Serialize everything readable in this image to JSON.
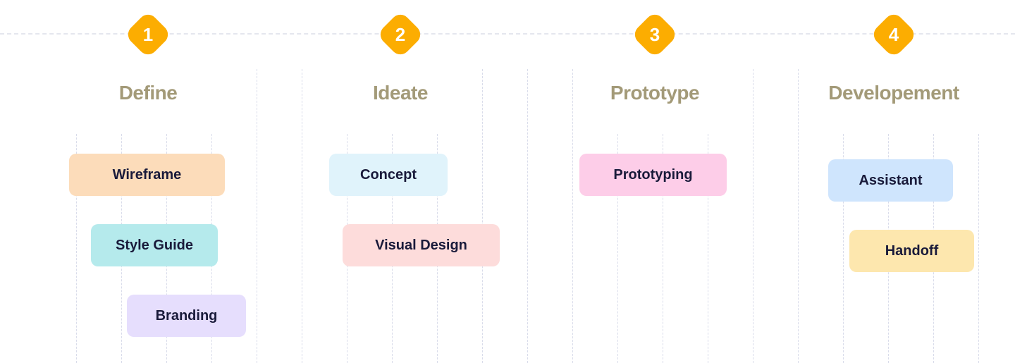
{
  "colors": {
    "badge": "#fcad01",
    "title": "#a39a78",
    "chip_text": "#191a3a",
    "grid": "#d9dcea"
  },
  "stages": [
    {
      "number": "1",
      "title": "Define",
      "chips": [
        {
          "label": "Wireframe",
          "color": "#fcdcba"
        },
        {
          "label": "Style Guide",
          "color": "#b5eaec"
        },
        {
          "label": "Branding",
          "color": "#e6defd"
        }
      ]
    },
    {
      "number": "2",
      "title": "Ideate",
      "chips": [
        {
          "label": "Concept",
          "color": "#e0f3fb"
        },
        {
          "label": "Visual Design",
          "color": "#fddcdb"
        }
      ]
    },
    {
      "number": "3",
      "title": "Prototype",
      "chips": [
        {
          "label": "Prototyping",
          "color": "#fdcde8"
        }
      ]
    },
    {
      "number": "4",
      "title": "Developement",
      "chips": [
        {
          "label": "Assistant",
          "color": "#cfe5fd"
        },
        {
          "label": "Handoff",
          "color": "#fde7ae"
        }
      ]
    }
  ]
}
